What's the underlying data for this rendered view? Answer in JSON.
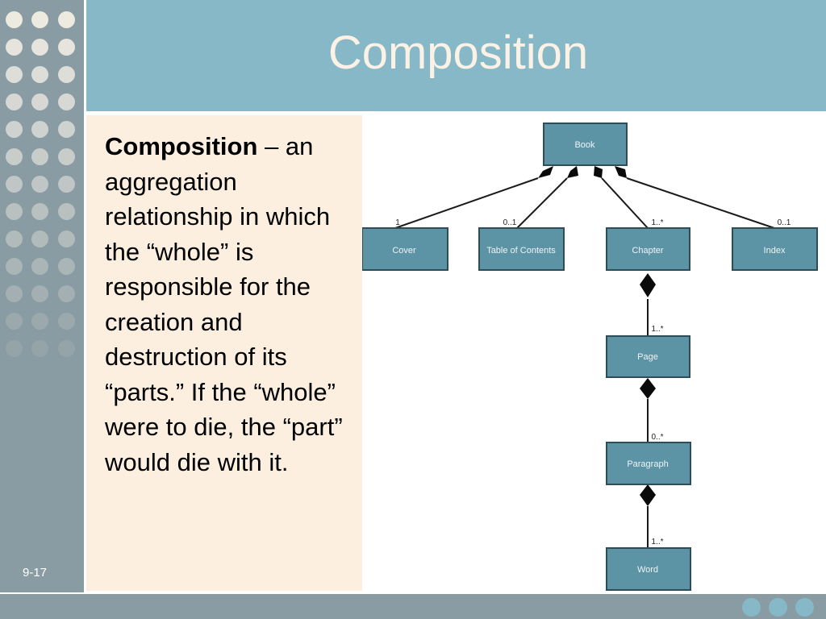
{
  "slide": {
    "title": "Composition",
    "body_term": "Composition",
    "body_text": " – an aggregation relationship in which the “whole” is responsible for the creation and destruction of its “parts.” If the “whole” were to die, the “part” would die with it.",
    "slide_number": "9-17"
  },
  "diagram": {
    "classes": {
      "book": "Book",
      "cover": "Cover",
      "toc": "Table of Contents",
      "chapter": "Chapter",
      "index": "Index",
      "page": "Page",
      "paragraph": "Paragraph",
      "word": "Word"
    },
    "multiplicities": {
      "cover": "1",
      "toc": "0..1",
      "chapter": "1..*",
      "index": "0..1",
      "page": "1..*",
      "paragraph": "0..*",
      "word": "1..*"
    }
  },
  "colors": {
    "class_fill": "#5c94a6",
    "class_border": "#2d4d58",
    "title_bar": "#86b8c7",
    "sidebar": "#8a9ca3",
    "panel": "#fcefe0"
  }
}
